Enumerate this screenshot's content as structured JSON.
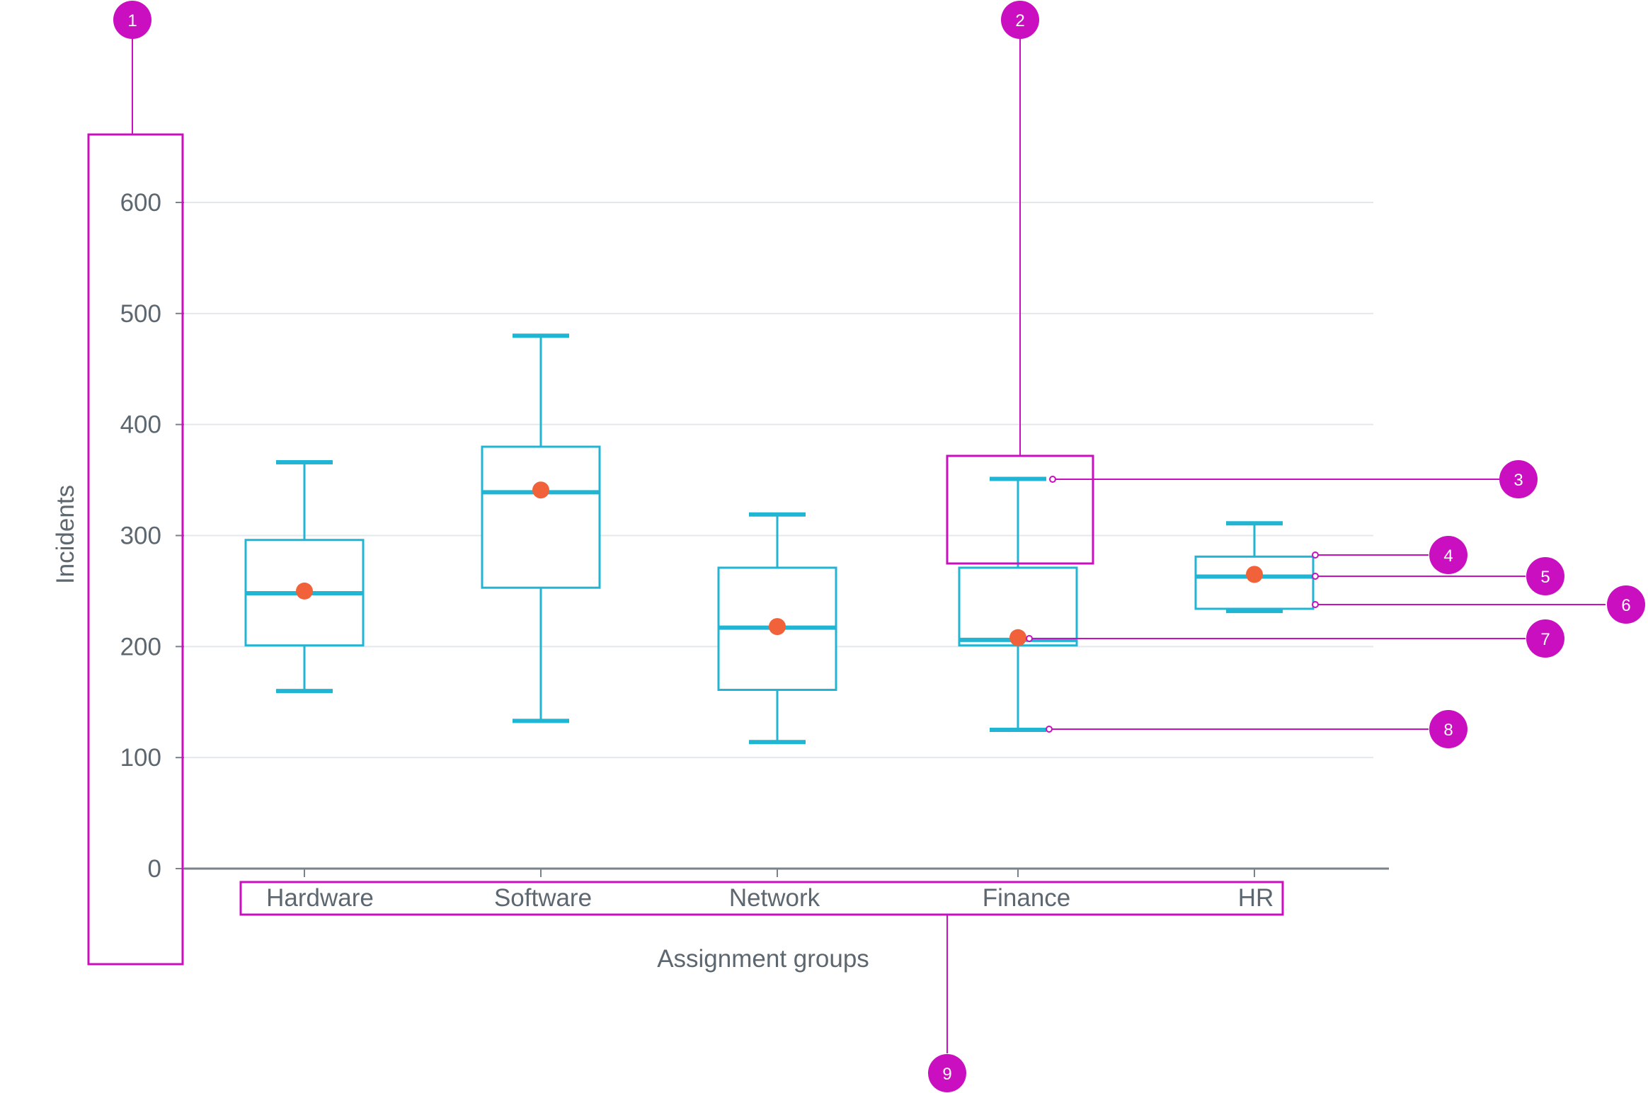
{
  "chart_data": {
    "type": "boxplot",
    "xlabel": "Assignment groups",
    "ylabel": "Incidents",
    "ylim": [
      0,
      600
    ],
    "yticks": [
      0,
      100,
      200,
      300,
      400,
      500,
      600
    ],
    "grid": true,
    "categories": [
      "Hardware",
      "Software",
      "Network",
      "Finance",
      "HR"
    ],
    "boxes": [
      {
        "category": "Hardware",
        "min": 160,
        "q1": 201,
        "median": 248,
        "q3": 296,
        "max": 366,
        "mean": 250
      },
      {
        "category": "Software",
        "min": 133,
        "q1": 253,
        "median": 339,
        "q3": 380,
        "max": 480,
        "mean": 341
      },
      {
        "category": "Network",
        "min": 114,
        "q1": 161,
        "median": 217,
        "q3": 271,
        "max": 319,
        "mean": 218
      },
      {
        "category": "Finance",
        "min": 125,
        "q1": 201,
        "median": 206,
        "q3": 271,
        "max": 351,
        "mean": 208
      },
      {
        "category": "HR",
        "min": 232,
        "q1": 234,
        "median": 263,
        "q3": 281,
        "max": 311,
        "mean": 265
      }
    ],
    "colors": {
      "box": "#21b5d3",
      "mean": "#f2623a",
      "grid": "#e5e8eb",
      "axis": "#7a828a",
      "callout": "#c90fbf"
    }
  },
  "callouts": [
    "1",
    "2",
    "3",
    "4",
    "5",
    "6",
    "7",
    "8",
    "9"
  ]
}
